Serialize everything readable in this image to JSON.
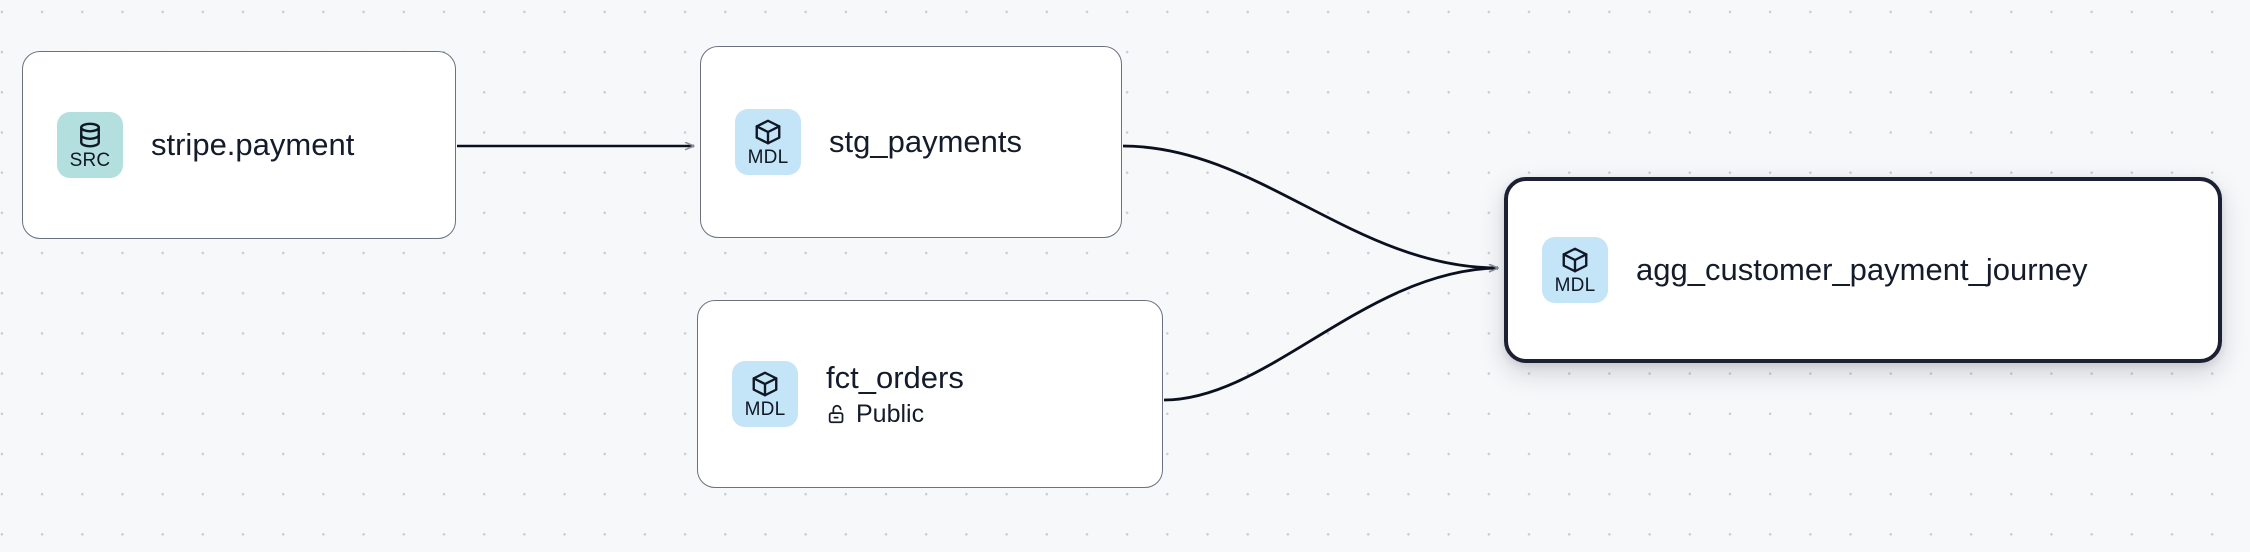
{
  "canvas": {
    "background_color": "#f7f8fa",
    "grid_dot_color": "#c9ccd4",
    "edge_color": "#0b1020",
    "arrow_color": "#8a9099"
  },
  "palette": {
    "source_badge": "#b4dfdf",
    "model_badge": "#c4e4f8",
    "node_border": "#6b7180",
    "selected_border": "#1b2132",
    "text": "#141b2b"
  },
  "nodes": [
    {
      "id": "stripe-payment",
      "title": "stripe.payment",
      "badge_label": "SRC",
      "badge_kind": "source",
      "badge_icon": "database-icon",
      "subtitle": null,
      "selected": false
    },
    {
      "id": "stg-payments",
      "title": "stg_payments",
      "badge_label": "MDL",
      "badge_kind": "model",
      "badge_icon": "cube-icon",
      "subtitle": null,
      "selected": false
    },
    {
      "id": "fct-orders",
      "title": "fct_orders",
      "badge_label": "MDL",
      "badge_kind": "model",
      "badge_icon": "cube-icon",
      "subtitle": "Public",
      "subtitle_icon": "unlock-icon",
      "selected": false
    },
    {
      "id": "agg-customer-payment-journey",
      "title": "agg_customer_payment_journey",
      "badge_label": "MDL",
      "badge_kind": "model",
      "badge_icon": "cube-icon",
      "subtitle": null,
      "selected": true
    }
  ],
  "edges": [
    {
      "id": "e1",
      "from": "stripe-payment",
      "to": "stg-payments",
      "style": "straight"
    },
    {
      "id": "e2",
      "from": "stg-payments",
      "to": "agg-customer-payment-journey",
      "style": "bezier"
    },
    {
      "id": "e3",
      "from": "fct-orders",
      "to": "agg-customer-payment-journey",
      "style": "bezier"
    }
  ]
}
